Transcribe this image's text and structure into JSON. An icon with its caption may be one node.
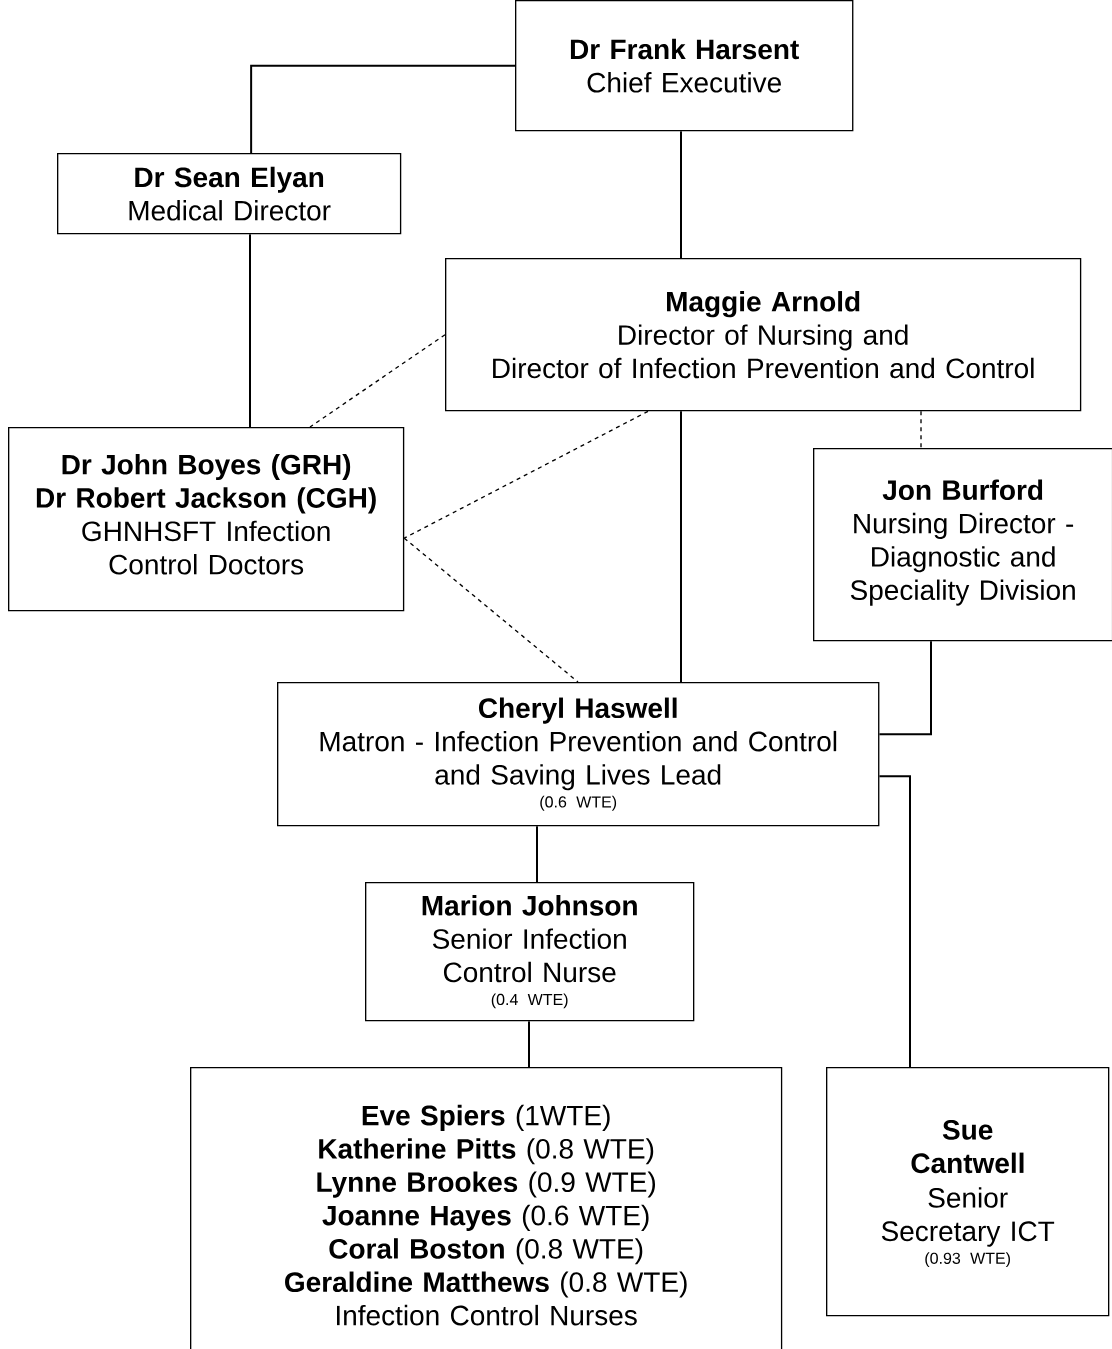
{
  "diagram": {
    "nodes": [
      {
        "text": [
          "Dr Frank Harsent",
          "Chief Executive"
        ]
      },
      {
        "text": [
          "Dr Sean Elyan",
          "Medical Director"
        ]
      },
      {
        "text": [
          "Maggie Arnold",
          "Director of Nursing and",
          "Director of Infection Prevention and Control"
        ]
      },
      {
        "text": [
          "Dr John Boyes (GRH)",
          "Dr Robert Jackson (CGH)",
          "GHNHSFT Infection Control Doctors"
        ]
      },
      {
        "text": [
          "Jon Burford",
          "Nursing Director - Diagnostic and Speciality Division"
        ]
      },
      {
        "text": [
          "Cheryl Haswell",
          "Matron - Infection Prevention and Control and Saving Lives Lead",
          "(0.6 WTE)"
        ]
      },
      {
        "text": [
          "Marion Johnson",
          "Senior Infection Control Nurse",
          "(0.4 WTE)"
        ]
      },
      {
        "text": [
          "**Eve Spiers** (1WTE)",
          "**Katherine Pitts** (0.8 WTE)",
          "**Lynne Brookes** (0.9 WTE)",
          "**Joanne Hayes** (0.6 WTE)",
          "**Coral Boston** (0.8 WTE)",
          "**Geraldine Matthews** (0.8 WTE)",
          "Infection Control Nurses"
        ]
      },
      {
        "text": [
          "Sue Cantwell",
          "Senior Secretary ICT",
          "(0.93 WTE)"
        ]
      }
    ],
    "edges": [
      {
        "from": 0,
        "to": 1,
        "arrow": "none"
      },
      {
        "from": 0,
        "to": 2,
        "arrow": "none"
      },
      {
        "from": 1,
        "to": 3,
        "arrow": "none"
      },
      {
        "from": 2,
        "to": 3,
        "arrow": "none",
        "style": "dashed"
      },
      {
        "from": 2,
        "to": 3,
        "arrow": "none",
        "style": "dashed"
      },
      {
        "from": 3,
        "to": 5,
        "arrow": "none",
        "style": "dashed"
      },
      {
        "from": 2,
        "to": 4,
        "arrow": "none",
        "style": "dashed"
      },
      {
        "from": 2,
        "to": 5,
        "arrow": "none"
      },
      {
        "from": 4,
        "to": 5,
        "arrow": "none"
      },
      {
        "from": 5,
        "to": 6,
        "arrow": "none"
      },
      {
        "from": 6,
        "to": 7,
        "arrow": "none"
      },
      {
        "from": 5,
        "to": 8,
        "arrow": "none"
      }
    ]
  }
}
